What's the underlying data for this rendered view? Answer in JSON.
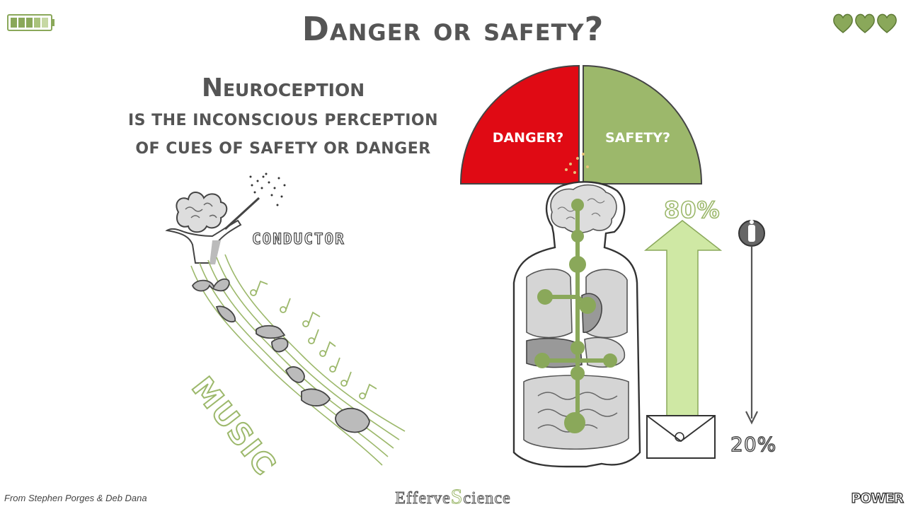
{
  "title": "Danger or safety?",
  "neuroception": {
    "heading": "Neuroception",
    "line1": "IS THE INCONSCIOUS PERCEPTION",
    "line2": "OF CUES OF SAFETY OR DANGER"
  },
  "illustration_left": {
    "conductor_label": "CONDUCTOR",
    "music_label": "MUSIC"
  },
  "gauge": {
    "danger_label": "DANGER?",
    "safety_label": "SAFETY?",
    "danger_color": "#e00a14",
    "safety_color": "#9cb86b"
  },
  "arrows": {
    "up_percent": "80%",
    "down_percent": "20%",
    "up_color": "#cfe8a4",
    "info_icon": "info-icon",
    "envelope_icon": "envelope-icon"
  },
  "header_icons": {
    "battery_icon": "battery-icon",
    "battery_level": 1.0,
    "battery_color": "#8aa85a",
    "hearts_count": 3,
    "heart_color": "#8aa85a",
    "heart_icon": "heart-icon"
  },
  "footer": {
    "source": "From Stephen Porges & Deb Dana",
    "brand_part1": "Efferve",
    "brand_part2": "S",
    "brand_part3": "cience",
    "power": "POWER"
  }
}
